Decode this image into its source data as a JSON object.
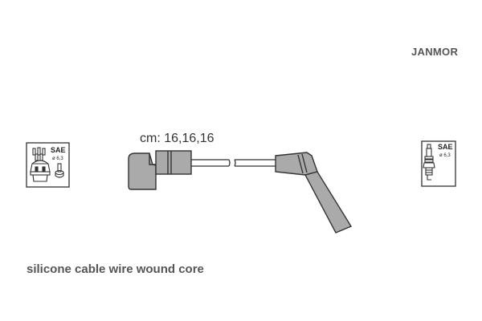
{
  "brand": "JANMOR",
  "cable_lengths": "cm: 16,16,16",
  "description": "silicone cable wire wound core",
  "left_badge": {
    "standard": "SAE",
    "diameter": "ø 6,3",
    "icon": "distributor-cap-icon"
  },
  "right_badge": {
    "standard": "SAE",
    "diameter": "ø 6,3",
    "icon": "spark-plug-icon"
  },
  "colors": {
    "stroke": "#333333",
    "text": "#555555"
  }
}
